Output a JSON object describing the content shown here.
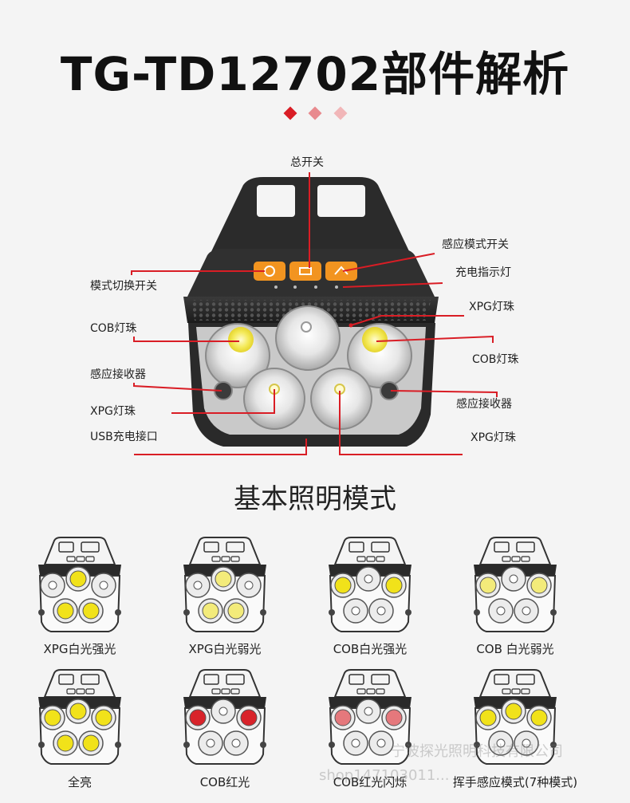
{
  "title": "TG-TD12702部件解析",
  "accent_color": "#d91d25",
  "diamond_colors": [
    "#d91d25",
    "#e88a8e",
    "#f1b6b8"
  ],
  "labels": {
    "main_switch": "总开关",
    "sensor_mode_switch": "感应模式开关",
    "charge_indicator": "充电指示灯",
    "mode_switch": "模式切换开关",
    "xpg_top_right": "XPG灯珠",
    "cob_left": "COB灯珠",
    "cob_right": "COB灯珠",
    "sensor_left": "感应接收器",
    "sensor_right": "感应接收器",
    "xpg_left": "XPG灯珠",
    "usb_port": "USB充电接口",
    "xpg_bottom_right": "XPG灯珠"
  },
  "section_title": "基本照明模式",
  "modes": [
    {
      "label": "XPG白光强光",
      "glow": [
        false,
        true,
        false,
        true,
        true
      ],
      "color": "#f1e21a"
    },
    {
      "label": "XPG白光弱光",
      "glow": [
        false,
        true,
        false,
        true,
        true
      ],
      "color": "#f3eb7a"
    },
    {
      "label": "COB白光强光",
      "glow": [
        true,
        false,
        true,
        false,
        false
      ],
      "color": "#f1e21a"
    },
    {
      "label": "COB 白光弱光",
      "glow": [
        true,
        false,
        true,
        false,
        false
      ],
      "color": "#f3eb7a"
    },
    {
      "label": "全亮",
      "glow": [
        true,
        true,
        true,
        true,
        true
      ],
      "color": "#f1e21a"
    },
    {
      "label": "COB红光",
      "glow": [
        true,
        false,
        true,
        false,
        false
      ],
      "color": "#d8232a"
    },
    {
      "label": "COB红光闪烁",
      "glow": [
        true,
        false,
        true,
        false,
        false
      ],
      "color": "#e5787c"
    },
    {
      "label": "挥手感应模式(7种模式)",
      "glow": [
        true,
        true,
        true,
        false,
        false
      ],
      "color": "#f1e21a"
    }
  ],
  "watermark": {
    "line1": "宁波探光照明科技有限公司",
    "line2": "shop147103011..."
  }
}
